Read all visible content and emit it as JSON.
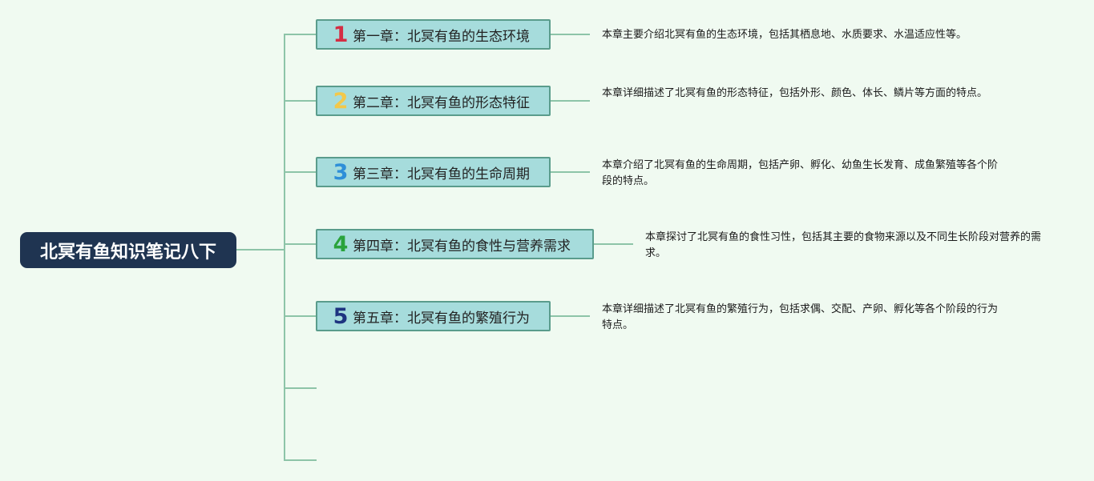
{
  "root": {
    "title": "北冥有鱼知识笔记八下"
  },
  "chapters": [
    {
      "number": "1",
      "number_color": "#d42d43",
      "title": "第一章：北冥有鱼的生态环境",
      "description": "本章主要介绍北冥有鱼的生态环境，包括其栖息地、水质要求、水温适应性等。"
    },
    {
      "number": "2",
      "number_color": "#f3c84a",
      "title": "第二章：北冥有鱼的形态特征",
      "description": "本章详细描述了北冥有鱼的形态特征，包括外形、颜色、体长、鳞片等方面的特点。"
    },
    {
      "number": "3",
      "number_color": "#2e8fd8",
      "title": "第三章：北冥有鱼的生命周期",
      "description": "本章介绍了北冥有鱼的生命周期，包括产卵、孵化、幼鱼生长发育、成鱼繁殖等各个阶段的特点。"
    },
    {
      "number": "4",
      "number_color": "#2aa33c",
      "title": "第四章：北冥有鱼的食性与营养需求",
      "description": "本章探讨了北冥有鱼的食性习性，包括其主要的食物来源以及不同生长阶段对营养的需求。"
    },
    {
      "number": "5",
      "number_color": "#1e3480",
      "title": "第五章：北冥有鱼的繁殖行为",
      "description": "本章详细描述了北冥有鱼的繁殖行为，包括求偶、交配、产卵、孵化等各个阶段的行为特点。"
    }
  ],
  "empty_branches": 2,
  "colors": {
    "background": "#f0faf1",
    "root_fill": "#1f3451",
    "chapter_fill": "#a6dcdc",
    "chapter_border": "#5a9c8c",
    "connector": "#8dc4a8"
  }
}
